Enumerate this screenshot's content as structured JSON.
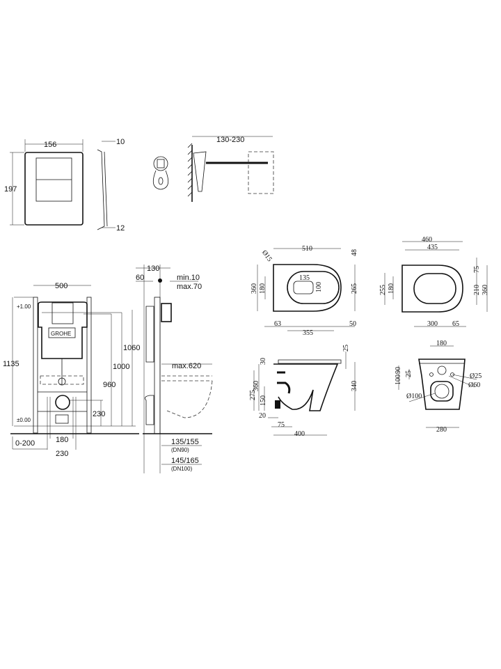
{
  "flush_plate": {
    "width": "156",
    "height": "197",
    "thickness_top": "10",
    "thickness_bottom": "12",
    "rod_length": "130-230"
  },
  "frame": {
    "width": "500",
    "height": "1135",
    "level_top": "+1.00",
    "level_zero": "±0.00",
    "h_1060": "1060",
    "h_1000": "1000",
    "h_960": "960",
    "h_230": "230",
    "offset": "0-200",
    "w_180": "180",
    "w_230": "230",
    "d_130": "130",
    "d_60": "60",
    "min": "min.10",
    "max": "max.70",
    "max_projection": "max.620",
    "dn90_range": "135/155",
    "dn90": "(DN90)",
    "dn100_range": "145/165",
    "dn100": "(DN100)",
    "logo": "GROHE"
  },
  "bowl_top": {
    "length": "510",
    "hole": "Ø15",
    "d_48": "48",
    "width": "360",
    "w_180": "180",
    "opening_w": "135",
    "opening_h": "100",
    "d_265": "265",
    "d_63": "63",
    "d_355": "355",
    "d_50": "50"
  },
  "seat_top": {
    "length": "460",
    "inner": "435",
    "d_75": "75",
    "d_255": "255",
    "d_180": "180",
    "d_210": "210",
    "width": "360",
    "d_300": "300",
    "d_65": "65"
  },
  "bowl_side": {
    "d_25": "25",
    "d_30": "30",
    "h_360": "360",
    "h_275": "275",
    "h_150": "150",
    "h_340": "340",
    "d_20": "20",
    "d_75": "75",
    "length": "400"
  },
  "bowl_back": {
    "w_180": "180",
    "d_90": "90",
    "d_100": "100",
    "d_25": "25",
    "hole_25": "Ø25",
    "hole_60": "Ø60",
    "outlet_100": "Ø100",
    "width": "280"
  }
}
